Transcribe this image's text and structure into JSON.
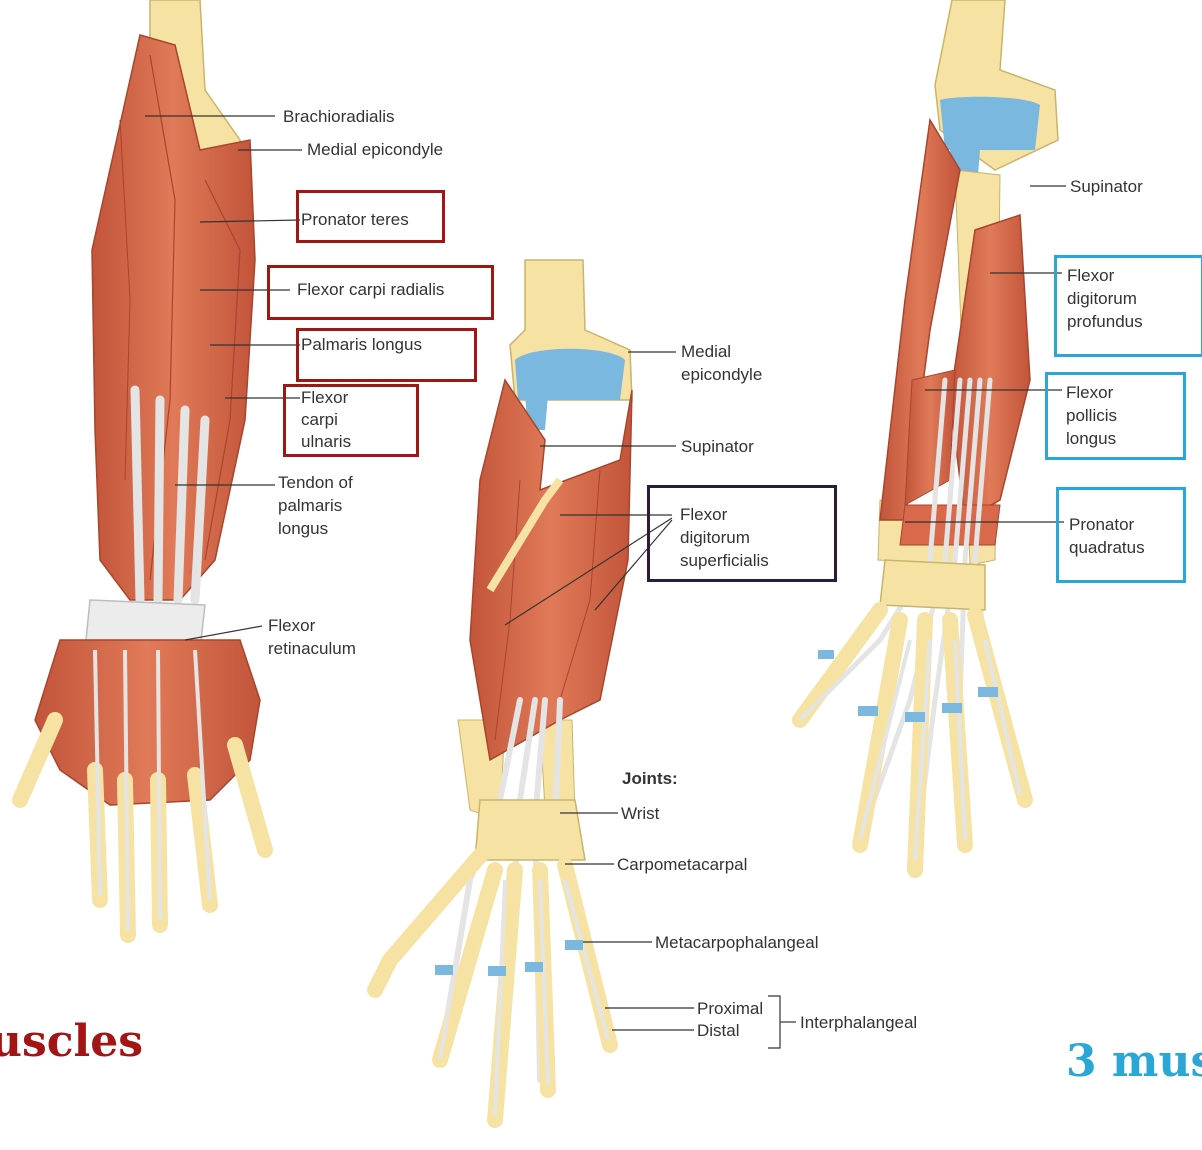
{
  "colors": {
    "muscle": "#d9694a",
    "muscle_dark": "#b84a30",
    "bone": "#f6e3a4",
    "cartilage": "#7ab8e0",
    "tendon": "#e4e4e4",
    "leader": "#333333",
    "red_box": "#a31515",
    "dark_box": "#2a1c3a",
    "blue_box": "#2aa7d6",
    "blue_text": "#2aa7d6"
  },
  "left_panel": {
    "labels": {
      "brachioradialis": "Brachioradialis",
      "medial_epicondyle": "Medial epicondyle",
      "pronator_teres": "Pronator teres",
      "flexor_carpi_radialis": "Flexor carpi radialis",
      "palmaris_longus": "Palmaris longus",
      "flexor_carpi_ulnaris_1": "Flexor",
      "flexor_carpi_ulnaris_2": "carpi",
      "flexor_carpi_ulnaris_3": "ulnaris",
      "tendon_pl_1": "Tendon of",
      "tendon_pl_2": "palmaris",
      "tendon_pl_3": "longus",
      "flexor_ret_1": "Flexor",
      "flexor_ret_2": "retinaculum"
    },
    "caption": "uscles"
  },
  "middle_panel": {
    "labels": {
      "medial_epicondyle_1": "Medial",
      "medial_epicondyle_2": "epicondyle",
      "supinator": "Supinator",
      "fds_1": "Flexor",
      "fds_2": "digitorum",
      "fds_3": "superficialis",
      "joints_heading": "Joints:",
      "wrist": "Wrist",
      "carpometacarpal": "Carpometacarpal",
      "metacarpophalangeal": "Metacarpophalangeal",
      "proximal": "Proximal",
      "distal": "Distal",
      "interphalangeal": "Interphalangeal"
    }
  },
  "right_panel": {
    "labels": {
      "supinator": "Supinator",
      "fdp_1": "Flexor",
      "fdp_2": "digitorum",
      "fdp_3": "profundus",
      "fpl_1": "Flexor",
      "fpl_2": "pollicis",
      "fpl_3": "longus",
      "pq_1": "Pronator",
      "pq_2": "quadratus"
    },
    "caption": "3 mus"
  }
}
